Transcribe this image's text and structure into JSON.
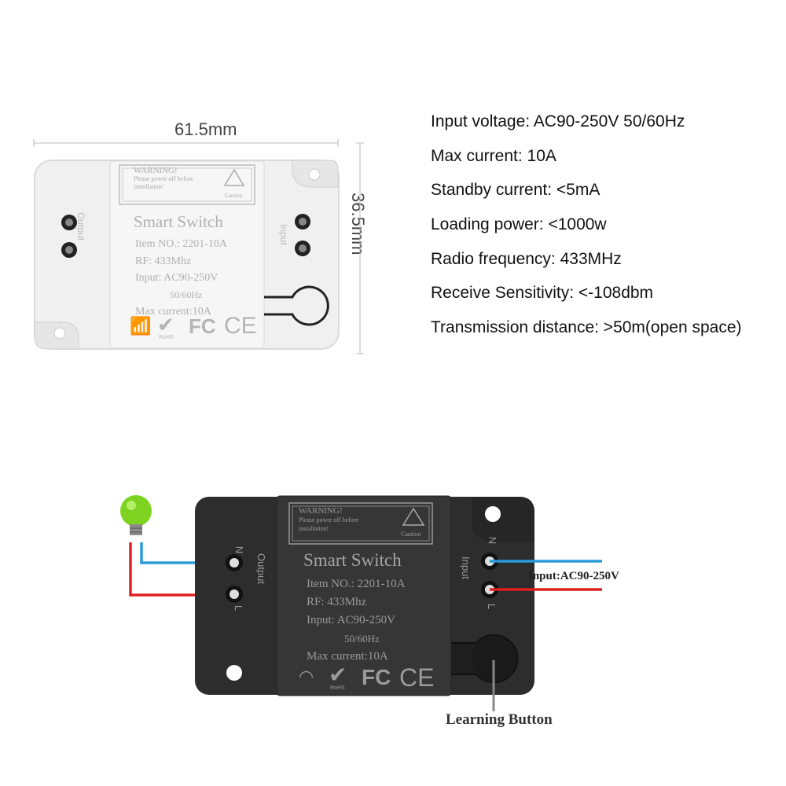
{
  "dimensions": {
    "width_label": "61.5mm",
    "height_label": "36.5mm"
  },
  "specs": [
    "Input voltage: AC90-250V 50/60Hz",
    "Max current: 10A",
    "Standby current: <5mA",
    "Loading power: <1000w",
    "Radio frequency: 433MHz",
    "Receive Sensitivity: <-108dbm",
    "Transmission distance: >50m(open space)"
  ],
  "device": {
    "warning_title": "WARNING!",
    "warning_line1": "Please power off before",
    "warning_line2": "installation!",
    "caution": "Caution",
    "title": "Smart Switch",
    "item_no": "Item NO.: 2201-10A",
    "rf": "RF: 433Mhz",
    "input": "Input: AC90-250V",
    "freq": "50/60Hz",
    "max_current": "Max current:10A",
    "output_label": "Output",
    "input_label": "Input",
    "n": "N",
    "l": "L",
    "rohs": "RoHS",
    "fc": "FC",
    "ce": "CE"
  },
  "wiring": {
    "input_label": "Input:AC90-250V",
    "learning_button": "Learning Button",
    "wire_colors": {
      "neutral": "#2a9bd6",
      "live": "#e02020"
    }
  },
  "colors": {
    "white_case": "#f1f1f1",
    "black_case": "#2c2c2c",
    "bulb": "#7ed321"
  }
}
